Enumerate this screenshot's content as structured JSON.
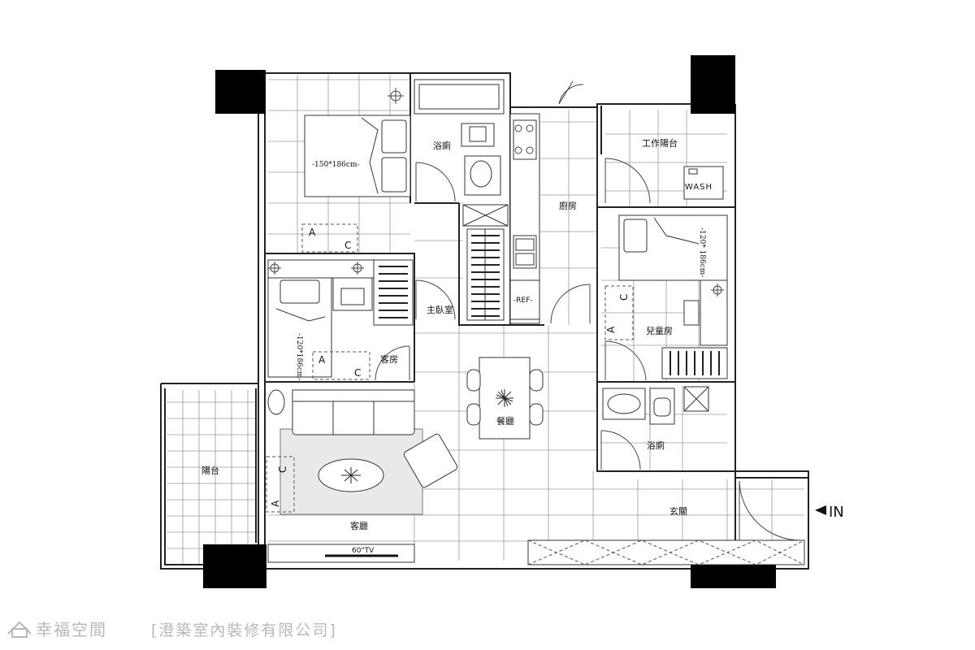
{
  "rooms": {
    "bathroom_1": "浴廁",
    "balcony_service": "工作陽台",
    "kitchen": "廚房",
    "master_bedroom": "主臥室",
    "guest_room": "客房",
    "kids_room": "兒童房",
    "dining": "餐廳",
    "bathroom_2": "浴廁",
    "balcony": "陽台",
    "entrance": "玄關",
    "living_room": "客廳"
  },
  "fixtures": {
    "fridge": "-REF-",
    "washer": "WASH",
    "tv": "60\"TV"
  },
  "dimensions": {
    "master_bed": "-150*186cm-",
    "guest_bed": "-120*186cm-",
    "kids_bed": "-120* 186cm-"
  },
  "ac_marks": {
    "a": "A",
    "c": "C"
  },
  "entry": "IN",
  "watermark": {
    "brand": "幸福空間",
    "company": "[澄築室內裝修有限公司]"
  }
}
